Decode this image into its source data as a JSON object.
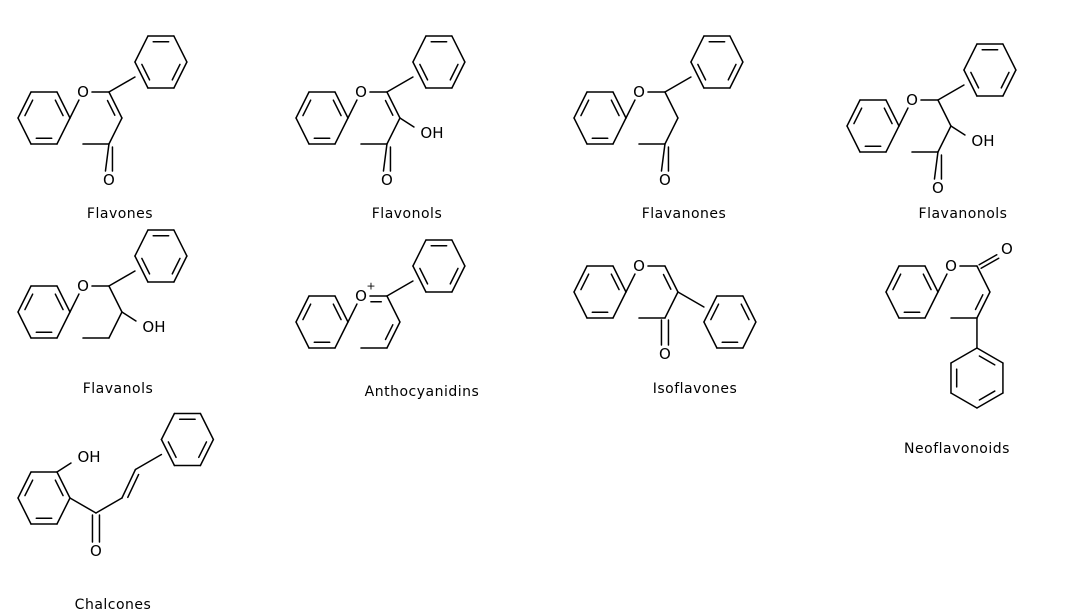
{
  "compounds": [
    {
      "id": "flavones",
      "name": "Flavones"
    },
    {
      "id": "flavonols",
      "name": "Flavonols"
    },
    {
      "id": "flavanones",
      "name": "Flavanones"
    },
    {
      "id": "flavanonols",
      "name": "Flavanonols"
    },
    {
      "id": "flavanols",
      "name": "Flavanols"
    },
    {
      "id": "anthocyanidins",
      "name": "Anthocyanidins"
    },
    {
      "id": "isoflavones",
      "name": "Isoflavones"
    },
    {
      "id": "neoflavonoids",
      "name": "Neoflavonoids"
    },
    {
      "id": "chalcones",
      "name": "Chalcones"
    }
  ],
  "atom_labels": {
    "oxygen": "O",
    "hydroxyl": "OH",
    "plus": "+"
  }
}
